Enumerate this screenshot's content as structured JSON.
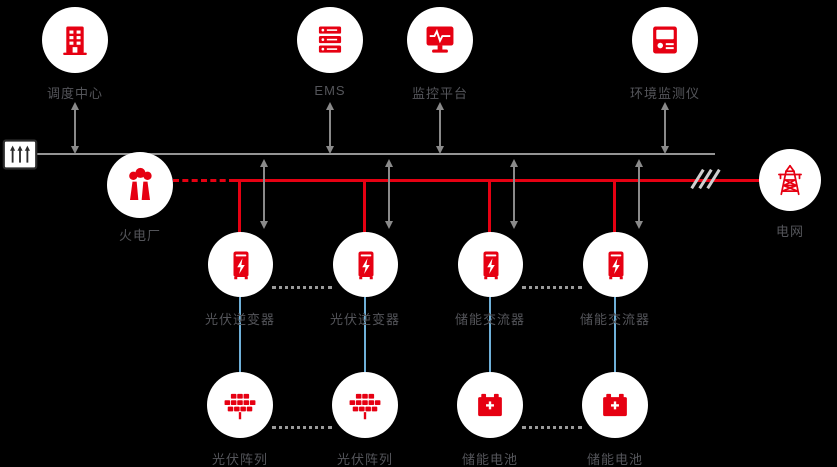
{
  "diagram": {
    "top_nodes": [
      {
        "id": "dispatch-center",
        "label": "调度中心"
      },
      {
        "id": "ems",
        "label": "EMS"
      },
      {
        "id": "monitor-platform",
        "label": "监控平台"
      },
      {
        "id": "env-monitor",
        "label": "环境监测仪"
      }
    ],
    "source_nodes": [
      {
        "id": "thermal-plant",
        "label": "火电厂"
      },
      {
        "id": "power-grid",
        "label": "电网"
      }
    ],
    "converter_nodes": [
      {
        "id": "pv-inverter-1",
        "label": "光伏逆变器"
      },
      {
        "id": "pv-inverter-2",
        "label": "光伏逆变器"
      },
      {
        "id": "storage-converter-1",
        "label": "储能交流器"
      },
      {
        "id": "storage-converter-2",
        "label": "储能交流器"
      }
    ],
    "leaf_nodes": [
      {
        "id": "pv-array-1",
        "label": "光伏阵列"
      },
      {
        "id": "pv-array-2",
        "label": "光伏阵列"
      },
      {
        "id": "battery-1",
        "label": "储能电池"
      },
      {
        "id": "battery-2",
        "label": "储能电池"
      }
    ],
    "colors": {
      "accent_red": "#e60012",
      "line_gray": "#949494",
      "link_blue": "#6fb0d8",
      "label_gray": "#54555a"
    }
  }
}
